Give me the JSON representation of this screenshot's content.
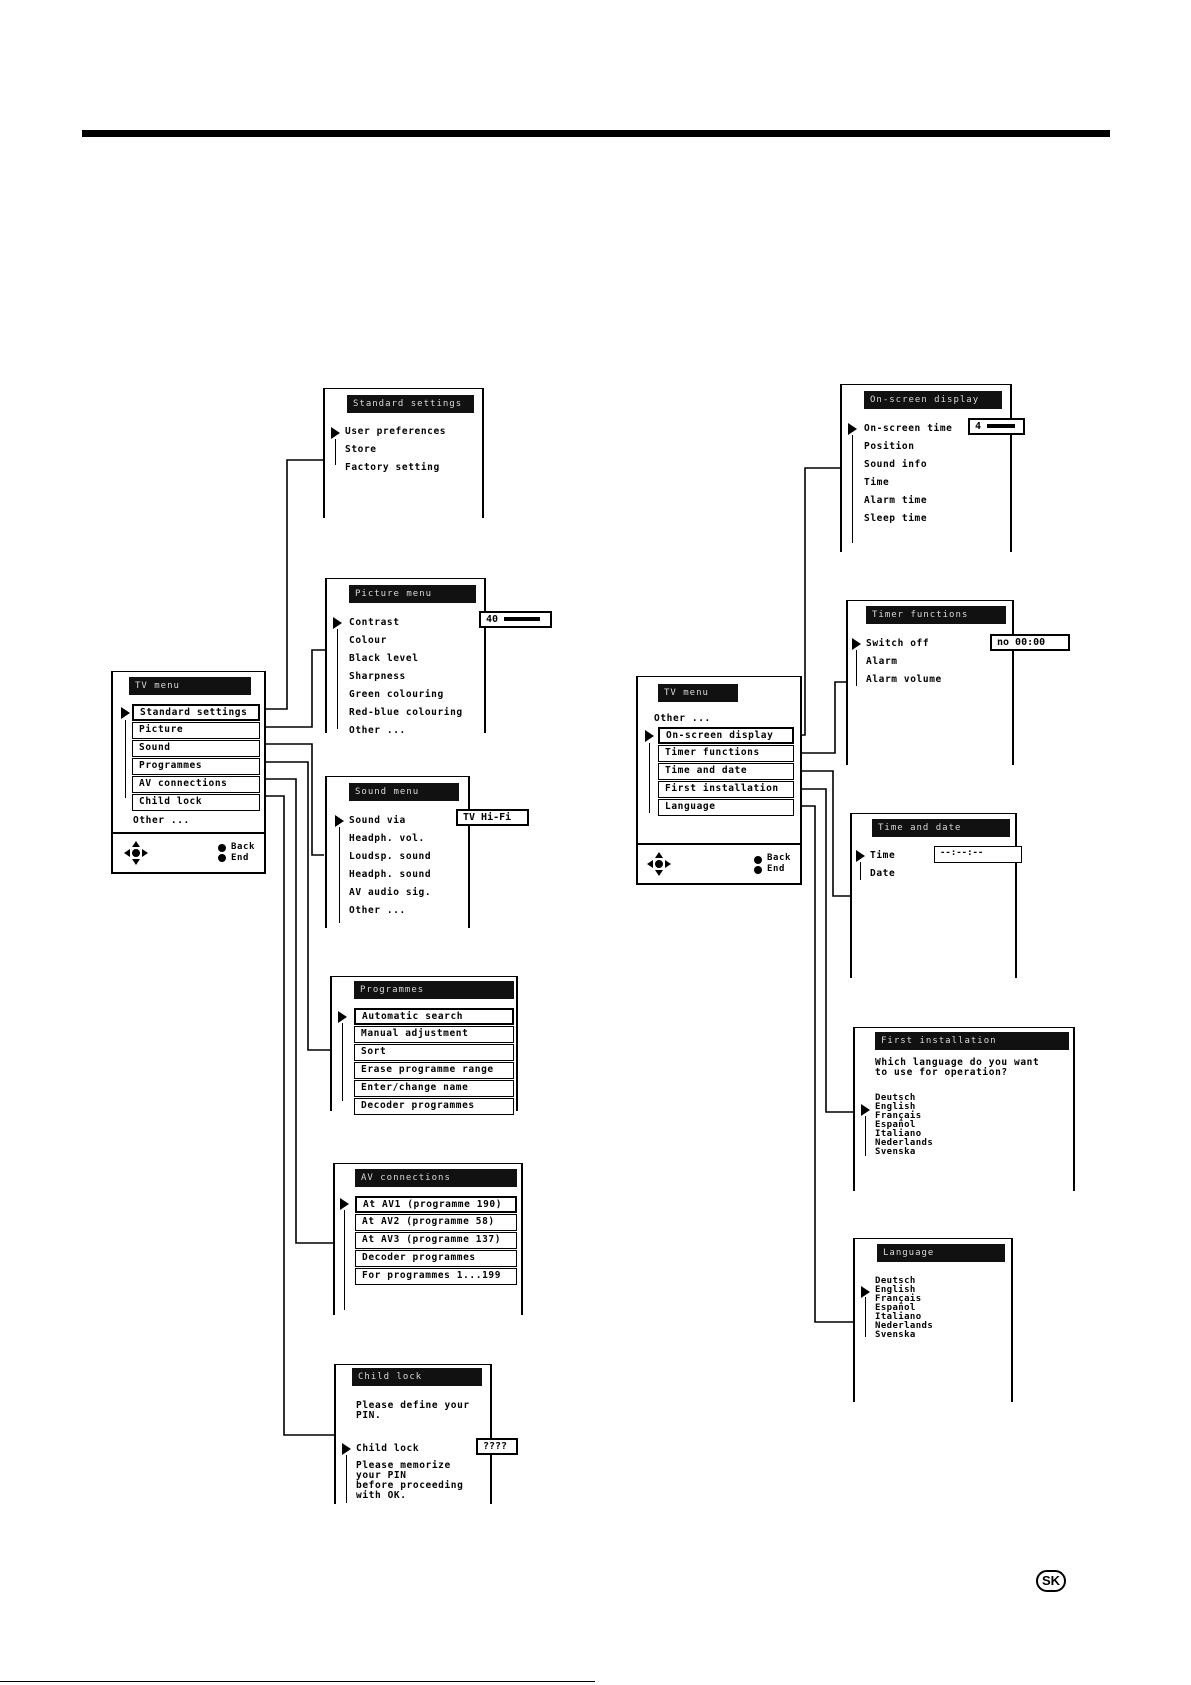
{
  "tv_menu_left": {
    "title": "TV menu",
    "items": [
      "Standard settings",
      "Picture",
      "Sound",
      "Programmes",
      "AV connections",
      "Child lock"
    ],
    "other": "Other ...",
    "back": "Back",
    "end": "End"
  },
  "standard_settings": {
    "title": "Standard settings",
    "items": [
      "User preferences",
      "Store",
      "Factory setting"
    ]
  },
  "picture_menu": {
    "title": "Picture menu",
    "items": [
      "Contrast",
      "Colour",
      "Black level",
      "Sharpness",
      "Green colouring",
      "Red-blue colouring",
      "Other ..."
    ],
    "contrast_value": "40"
  },
  "sound_menu": {
    "title": "Sound menu",
    "items": [
      "Sound via",
      "Headph. vol.",
      "Loudsp. sound",
      "Headph. sound",
      "AV audio sig.",
      "Other ..."
    ],
    "sound_via_value": "TV Hi-Fi"
  },
  "programmes_menu": {
    "title": "Programmes",
    "items": [
      "Automatic search",
      "Manual adjustment",
      "Sort",
      "Erase programme range",
      "Enter/change name",
      "Decoder programmes"
    ]
  },
  "av_connections_menu": {
    "title": "AV connections",
    "items": [
      "At AV1 (programme 190)",
      "At AV2 (programme 58)",
      "At AV3 (programme 137)",
      "Decoder programmes",
      "For programmes 1...199"
    ]
  },
  "child_lock_menu": {
    "title": "Child lock",
    "prompt": "Please define your\nPIN.",
    "item": "Child lock",
    "pin_value": "????",
    "note": "Please memorize\nyour PIN\nbefore proceeding\nwith OK."
  },
  "tv_menu_right": {
    "title": "TV menu",
    "other": "Other ...",
    "items": [
      "On-screen display",
      "Timer functions",
      "Time and date",
      "First installation",
      "Language"
    ],
    "back": "Back",
    "end": "End"
  },
  "onscreen_display_menu": {
    "title": "On-screen display",
    "items": [
      "On-screen time",
      "Position",
      "Sound info",
      "Time",
      "Alarm time",
      "Sleep time"
    ],
    "onscreen_time_value": "4"
  },
  "timer_functions_menu": {
    "title": "Timer functions",
    "items": [
      "Switch off",
      "Alarm",
      "Alarm volume"
    ],
    "switch_off_value": "no  00:00"
  },
  "time_and_date_menu": {
    "title": "Time and date",
    "items": [
      "Time",
      "Date"
    ],
    "time_value": "--:--:--"
  },
  "first_installation_menu": {
    "title": "First installation",
    "question": "Which language do you want\nto use for operation?",
    "languages": "Deutsch\nEnglish\nFrançais\nEspañol\nItaliano\nNederlands\nSvenska"
  },
  "language_menu": {
    "title": "Language",
    "languages": "Deutsch\nEnglish\nFrançais\nEspañol\nItaliano\nNederlands\nSvenska"
  },
  "page_badge": "SK"
}
